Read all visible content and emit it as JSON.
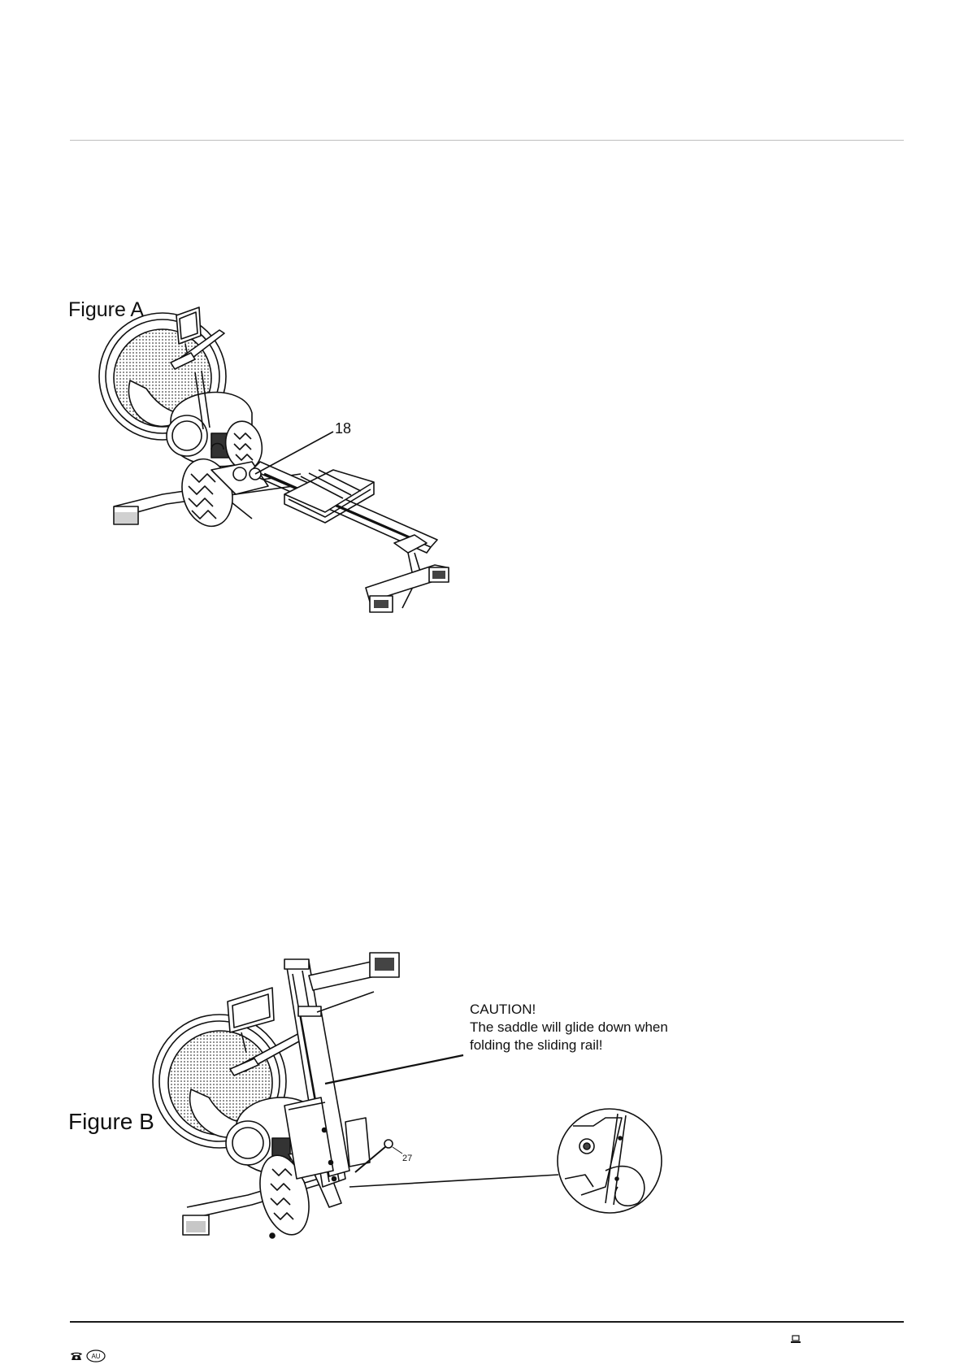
{
  "figures": {
    "figure_a": {
      "label": "Figure A",
      "part_callout": "18"
    },
    "figure_b": {
      "label": "Figure B",
      "part_callout": "27",
      "caution": {
        "title": "CAUTION!",
        "line1": "The saddle will glide down when",
        "line2": "folding the sliding rail!"
      }
    }
  },
  "footer": {
    "icons": [
      "phone-icon",
      "au-region-badge",
      "laptop-icon"
    ],
    "badge_text": "AU"
  }
}
